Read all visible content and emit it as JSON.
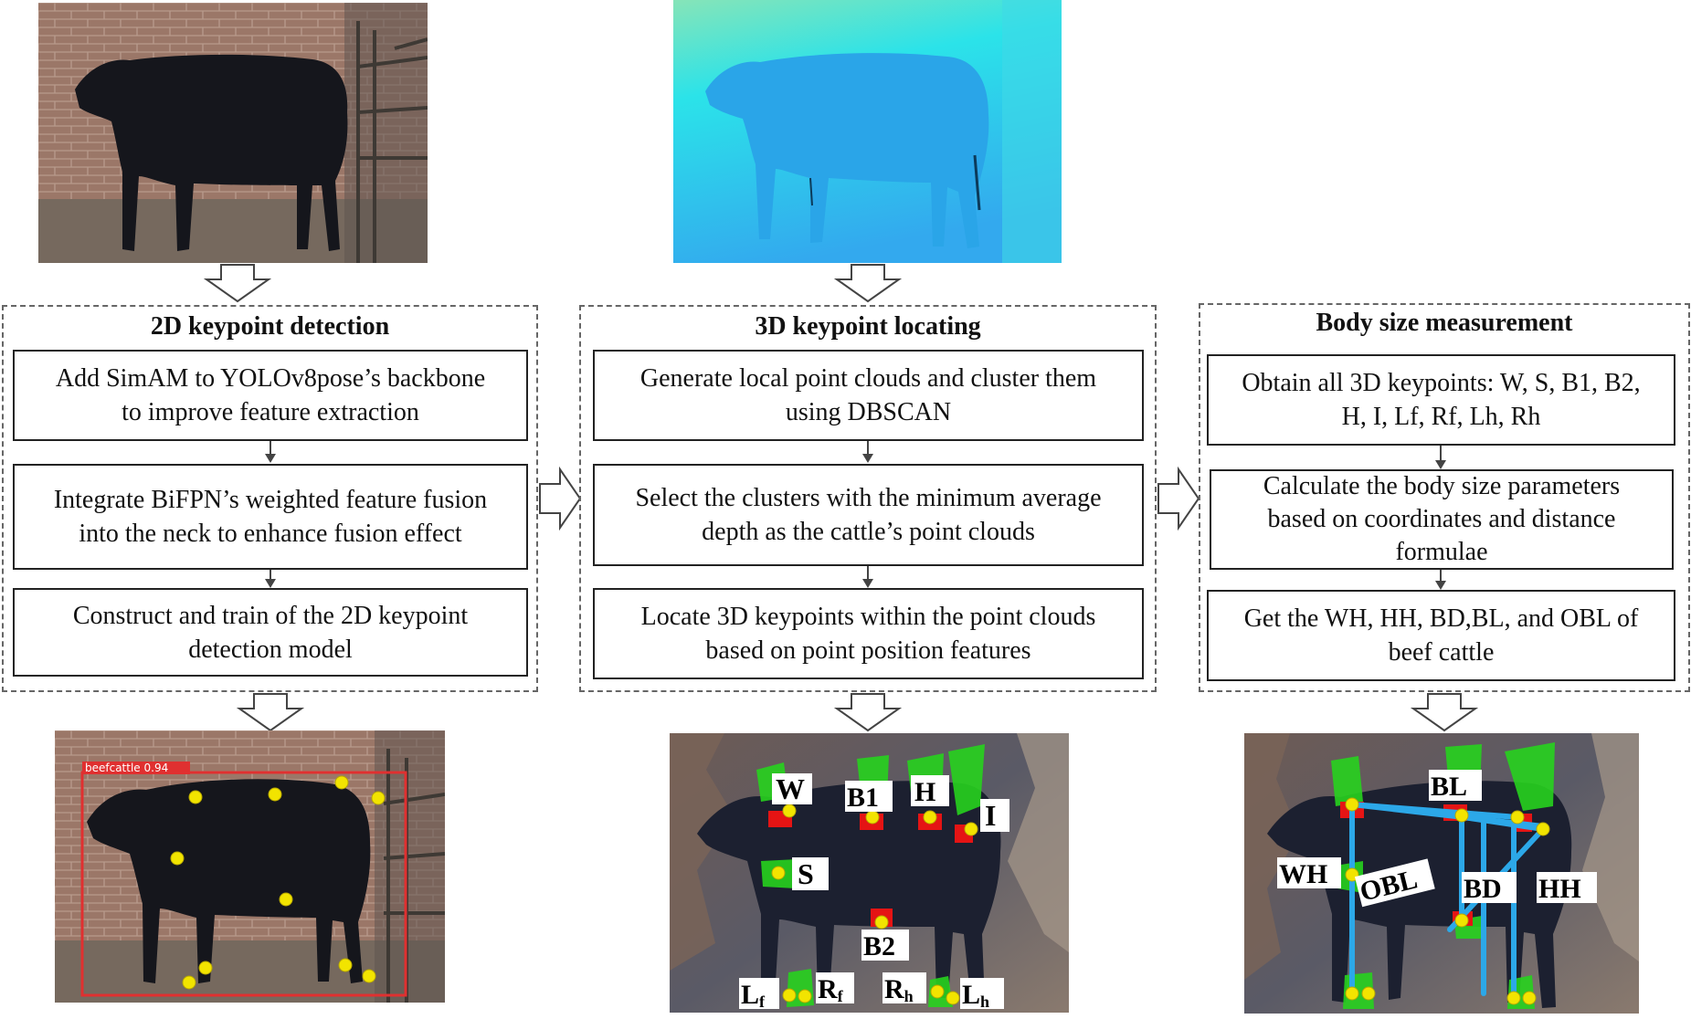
{
  "panels": {
    "p2d": {
      "title": "2D  keypoint detection",
      "steps": [
        [
          "Add SimAM to YOLOv8pose’s backbone",
          "to improve feature extraction"
        ],
        [
          "Integrate BiFPN’s weighted feature fusion",
          "into the neck to enhance fusion effect"
        ],
        [
          "Construct and train of the 2D keypoint",
          "detection model"
        ]
      ]
    },
    "p3d": {
      "title": "3D  keypoint locating",
      "steps": [
        [
          "Generate local point clouds and cluster them",
          "using DBSCAN"
        ],
        [
          "Select the clusters with the minimum average",
          "depth as the cattle’s point clouds"
        ],
        [
          "Locate 3D keypoints within the point clouds",
          "based on point position features"
        ]
      ]
    },
    "pbody": {
      "title": "Body size measurement",
      "steps": [
        [
          "Obtain all 3D keypoints: W, S, B1, B2,",
          "H, I, Lf, Rf, Lh, Rh"
        ],
        [
          "Calculate the body size parameters",
          "based on coordinates and distance",
          "formulae"
        ],
        [
          "Get the WH, HH, BD,BL, and OBL of",
          "beef cattle"
        ]
      ]
    }
  },
  "detection": {
    "label": "beefcattle  0.94"
  },
  "keypoints3d": {
    "W": "W",
    "B1": "B1",
    "H": "H",
    "I": "I",
    "S": "S",
    "B2": "B2",
    "Lf": "L",
    "Lf_sub": "f",
    "Rf": "R",
    "Rf_sub": "f",
    "Rh": "R",
    "Rh_sub": "h",
    "Lh": "L",
    "Lh_sub": "h"
  },
  "measurements": {
    "BL": "BL",
    "WH": "WH",
    "OBL": "OBL",
    "BD": "BD",
    "HH": "HH"
  },
  "colors": {
    "keypoint": "#f2e400",
    "bbox": "#e03030",
    "measure_line": "#2ca8e8",
    "depth_bg": "#2ee6e8",
    "cattle": "#14151b"
  }
}
